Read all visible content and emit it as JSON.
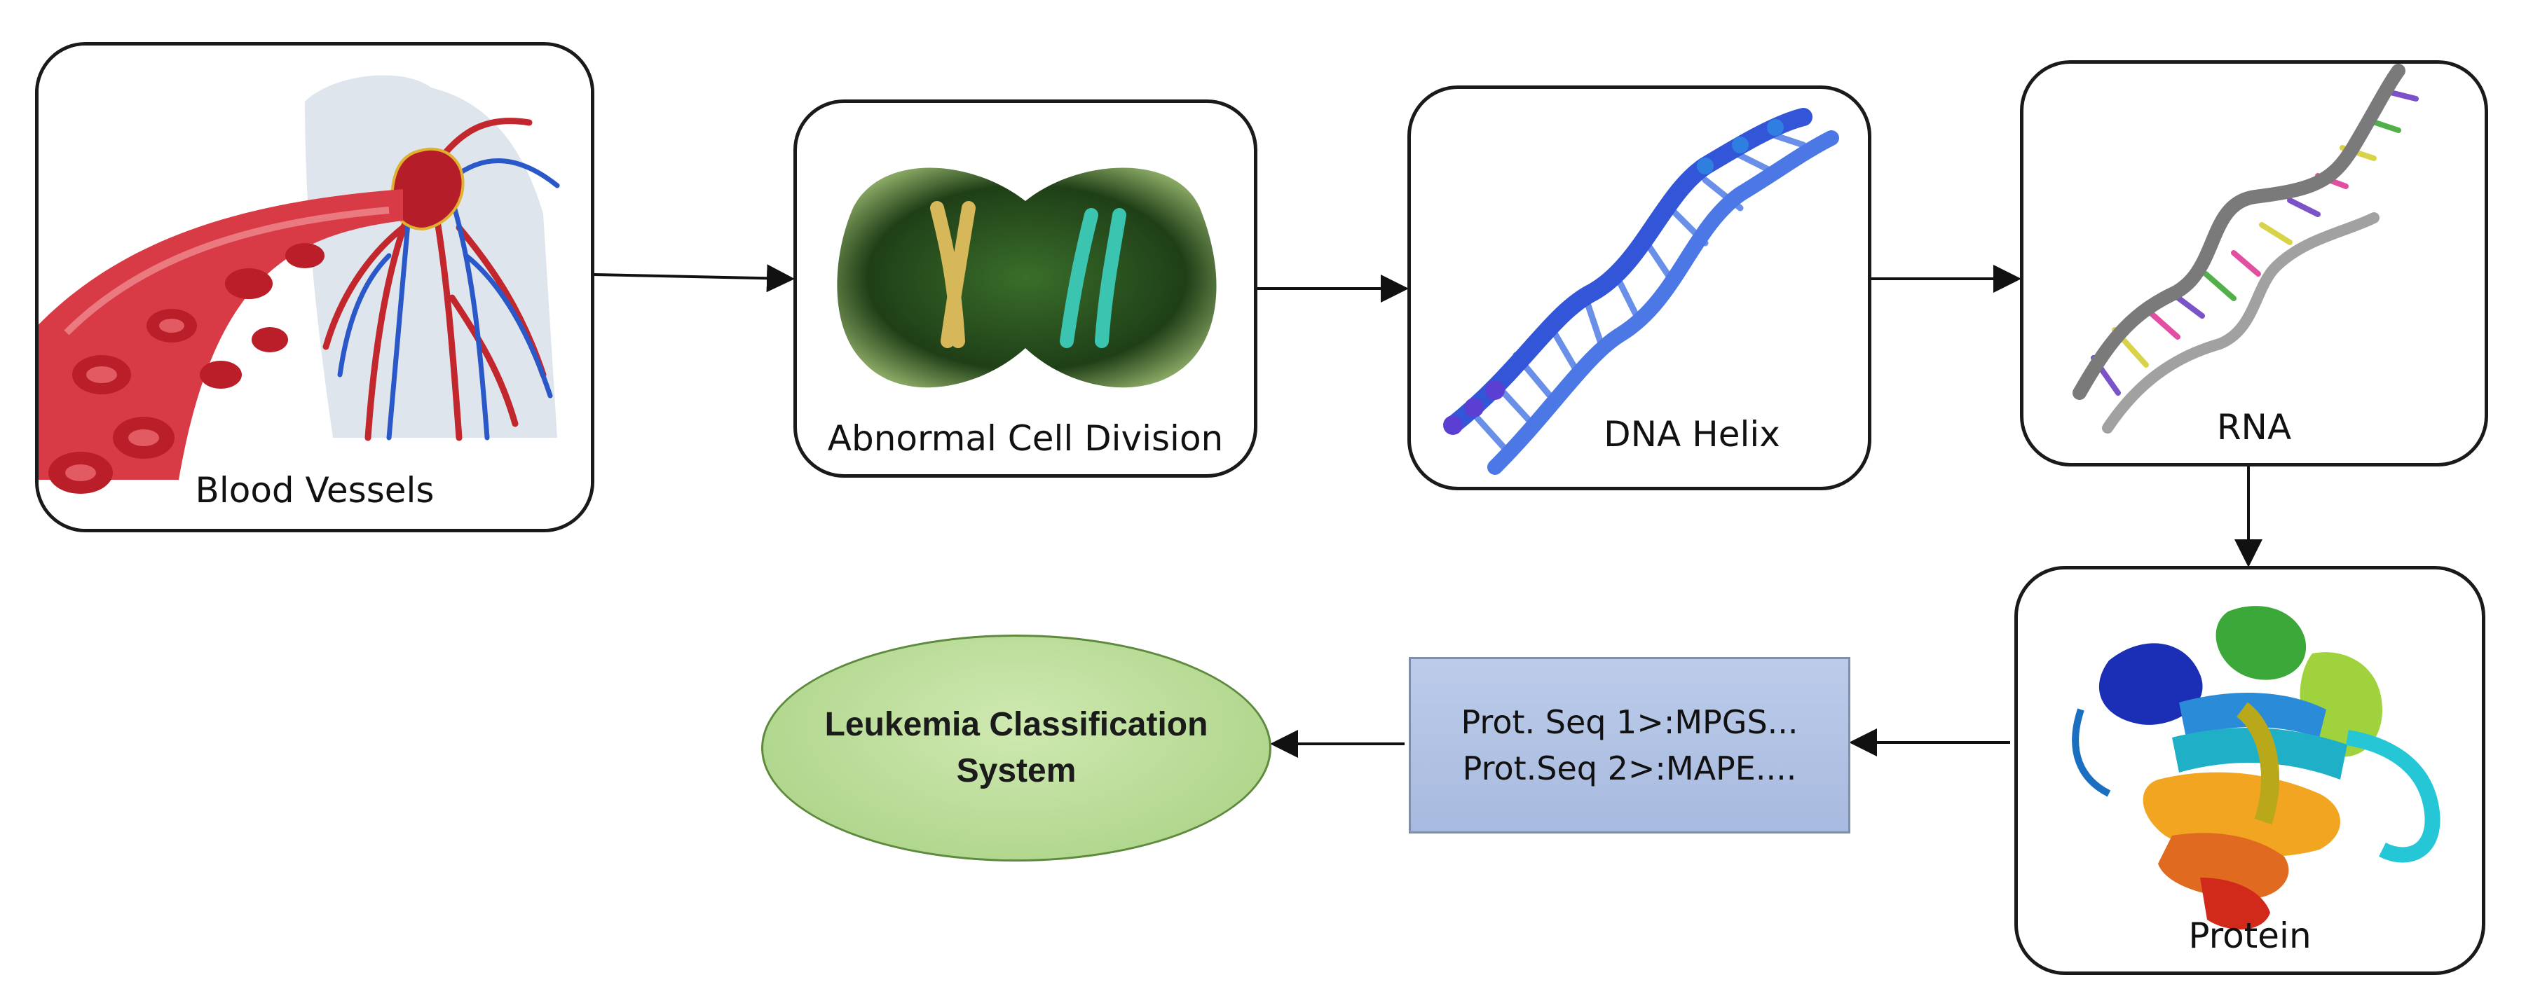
{
  "nodes": {
    "blood_vessels": {
      "label": "Blood Vessels",
      "icon": "blood-vessels-illustration"
    },
    "cell_division": {
      "label": "Abnormal Cell Division",
      "icon": "dividing-cell-chromosomes-illustration"
    },
    "dna": {
      "label": "DNA Helix",
      "icon": "dna-double-helix-illustration"
    },
    "rna": {
      "label": "RNA",
      "icon": "rna-strand-illustration"
    },
    "protein": {
      "label": "Protein",
      "icon": "protein-ribbon-structure-illustration"
    },
    "sequences": {
      "line1": "Prot. Seq 1>:MPGS...",
      "line2": "Prot.Seq 2>:MAPE...."
    },
    "outcome": {
      "line1": "Leukemia Classification",
      "line2": "System"
    }
  },
  "edges": [
    {
      "from": "Blood Vessels",
      "to": "Abnormal Cell Division"
    },
    {
      "from": "Abnormal Cell Division",
      "to": "DNA Helix"
    },
    {
      "from": "DNA Helix",
      "to": "RNA"
    },
    {
      "from": "RNA",
      "to": "Protein"
    },
    {
      "from": "Protein",
      "to": "Protein sequences"
    },
    {
      "from": "Protein sequences",
      "to": "Leukemia Classification System"
    }
  ],
  "colors": {
    "box_border": "#1a1a1a",
    "sequence_fill": "#b3c4e6",
    "outcome_fill": "#b8dc96",
    "blood_red": "#c8212b",
    "dna_blue": "#3f6fe0"
  }
}
